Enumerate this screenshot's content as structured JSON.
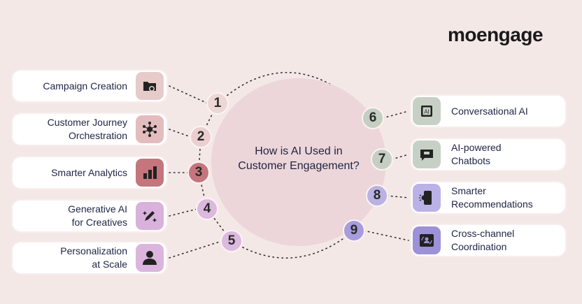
{
  "logo": "moengage",
  "center_title": [
    "How is AI Used in",
    "Customer Engagement?"
  ],
  "left_items": [
    {
      "number": "1",
      "lines": [
        "Campaign Creation"
      ],
      "icon": "folder-gear-icon",
      "color": "#e6cbca",
      "num_color": "#eed6d5"
    },
    {
      "number": "2",
      "lines": [
        "Customer Journey",
        "Orchestration"
      ],
      "icon": "network-icon",
      "color": "#e3bdbe",
      "num_color": "#ebcfcf"
    },
    {
      "number": "3",
      "lines": [
        "Smarter Analytics"
      ],
      "icon": "bar-chart-icon",
      "color": "#c4767c",
      "num_color": "#c4767c"
    },
    {
      "number": "4",
      "lines": [
        "Generative AI",
        "for Creatives"
      ],
      "icon": "magic-pen-icon",
      "color": "#d9b1db",
      "num_color": "#dcb9df"
    },
    {
      "number": "5",
      "lines": [
        "Personalization",
        "at Scale"
      ],
      "icon": "person-icon",
      "color": "#dcb5de",
      "num_color": "#dcb9df"
    }
  ],
  "right_items": [
    {
      "number": "6",
      "lines": [
        "Conversational AI"
      ],
      "icon": "ai-chip-icon",
      "color": "#c7d0c4",
      "num_color": "#c5cec2"
    },
    {
      "number": "7",
      "lines": [
        "AI-powered",
        "Chatbots"
      ],
      "icon": "chat-bubble-icon",
      "color": "#c7d0c4",
      "num_color": "#c5cec2"
    },
    {
      "number": "8",
      "lines": [
        "Smarter",
        "Recommendations"
      ],
      "icon": "phone-notification-icon",
      "color": "#bab2e6",
      "num_color": "#bab2e3"
    },
    {
      "number": "9",
      "lines": [
        "Cross-channel",
        "Coordination"
      ],
      "icon": "sync-user-icon",
      "color": "#9d91d8",
      "num_color": "#a79cdc"
    }
  ]
}
